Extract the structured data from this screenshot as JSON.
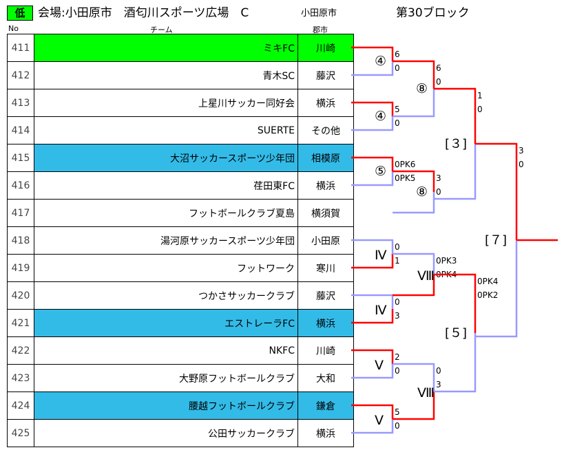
{
  "header": {
    "level_badge": "低",
    "venue_title": "会場:小田原市　酒匂川スポーツ広場　C",
    "city_label": "小田原市",
    "block_title": "第30ブロック",
    "col_no": "No",
    "col_team": "チーム",
    "col_city": "郡市"
  },
  "teams": [
    {
      "no": "411",
      "name": "ミキFC",
      "city": "川崎",
      "highlight": "green"
    },
    {
      "no": "412",
      "name": "青木SC",
      "city": "藤沢",
      "highlight": ""
    },
    {
      "no": "413",
      "name": "上星川サッカー同好会",
      "city": "横浜",
      "highlight": ""
    },
    {
      "no": "414",
      "name": "SUERTE",
      "city": "その他",
      "highlight": ""
    },
    {
      "no": "415",
      "name": "大沼サッカースポーツ少年団",
      "city": "相模原",
      "highlight": "blue"
    },
    {
      "no": "416",
      "name": "荏田東FC",
      "city": "横浜",
      "highlight": ""
    },
    {
      "no": "417",
      "name": "フットボールクラブ夏島",
      "city": "横須賀",
      "highlight": ""
    },
    {
      "no": "418",
      "name": "湯河原サッカースポーツ少年団",
      "city": "小田原",
      "highlight": ""
    },
    {
      "no": "419",
      "name": "フットワーク",
      "city": "寒川",
      "highlight": ""
    },
    {
      "no": "420",
      "name": "つかさサッカークラブ",
      "city": "藤沢",
      "highlight": ""
    },
    {
      "no": "421",
      "name": "エストレーラFC",
      "city": "横浜",
      "highlight": "blue"
    },
    {
      "no": "422",
      "name": "NKFC",
      "city": "川崎",
      "highlight": ""
    },
    {
      "no": "423",
      "name": "大野原フットボールクラブ",
      "city": "大和",
      "highlight": ""
    },
    {
      "no": "424",
      "name": "腰越フットボールクラブ",
      "city": "鎌倉",
      "highlight": "blue"
    },
    {
      "no": "425",
      "name": "公田サッカークラブ",
      "city": "横浜",
      "highlight": ""
    }
  ],
  "matches": [
    {
      "label": "④",
      "scores": [
        "6",
        "0"
      ]
    },
    {
      "label": "④",
      "scores": [
        "5",
        "0"
      ]
    },
    {
      "label": "⑤",
      "scores": [
        "0PK6",
        "0PK5"
      ]
    },
    {
      "label": "Ⅳ",
      "scores": [
        "0",
        "1"
      ]
    },
    {
      "label": "Ⅳ",
      "scores": [
        "0",
        "3"
      ]
    },
    {
      "label": "Ⅴ",
      "scores": [
        "2",
        "0"
      ]
    },
    {
      "label": "Ⅴ",
      "scores": [
        "5",
        "0"
      ]
    },
    {
      "label": "⑧",
      "scores": [
        "6",
        "0"
      ]
    },
    {
      "label": "⑧",
      "scores": [
        "3",
        "0"
      ]
    },
    {
      "label": "Ⅷ",
      "scores": [
        "0PK3",
        "0PK4"
      ]
    },
    {
      "label": "Ⅷ",
      "scores": [
        "0",
        "3"
      ]
    },
    {
      "label": "[３]",
      "scores": [
        "1",
        "0"
      ]
    },
    {
      "label": "[５]",
      "scores": [
        "0PK4",
        "0PK2"
      ]
    },
    {
      "label": "[７]",
      "scores": [
        "3",
        "0"
      ]
    }
  ],
  "colors": {
    "win": "#ff0000",
    "lose": "#9999ff",
    "green": "#00ff00",
    "blue": "#33bbe8"
  }
}
